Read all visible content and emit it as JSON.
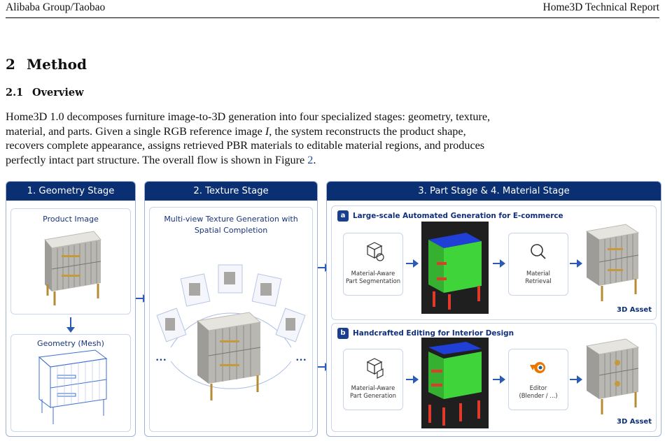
{
  "running_header": {
    "left": "Alibaba Group/Taobao",
    "right": "Home3D Technical Report"
  },
  "section": {
    "number": "2",
    "title": "Method"
  },
  "subsection": {
    "number": "2.1",
    "title": "Overview"
  },
  "paragraph": {
    "line1": "Home3D 1.0 decomposes furniture image-to-3D generation into four specialized stages: geometry, texture,",
    "line2a": "material, and parts.  Given a single RGB reference image ",
    "line2var": "I",
    "line2b": ", the system reconstructs the product shape,",
    "line3": "recovers complete appearance, assigns retrieved PBR materials to editable material regions, and produces",
    "line4a": "perfectly intact part structure. The overall flow is shown in Figure ",
    "line4ref": "2",
    "line4b": "."
  },
  "figure": {
    "geometry_panel": {
      "title": "1. Geometry Stage",
      "product_image_label": "Product Image",
      "mesh_label": "Geometry (Mesh)"
    },
    "texture_panel": {
      "title": "2. Texture Stage",
      "subtitle_line1": "Multi-view Texture Generation with",
      "subtitle_line2": "Spatial Completion",
      "ellipsis": "•••"
    },
    "part_material_panel": {
      "title": "3. Part Stage & 4. Material Stage",
      "row_a": {
        "badge": "a",
        "title": "Large-scale Automated Generation for E-commerce",
        "left_card_line1": "Material-Aware",
        "left_card_line2": "Part Segmentation",
        "right_card_line1": "Material",
        "right_card_line2": "Retrieval",
        "asset_label": "3D Asset"
      },
      "row_b": {
        "badge": "b",
        "title": "Handcrafted Editing for Interior Design",
        "left_card_line1": "Material-Aware",
        "left_card_line2": "Part Generation",
        "right_card_line1": "Editor",
        "right_card_line2": "(Blender / ...)",
        "asset_label": "3D Asset"
      }
    },
    "colors": {
      "panel_header": "#0a2f73",
      "arrow": "#2a5bb5",
      "segment_green": "#3fd43a",
      "segment_blue": "#1f3fd6",
      "segment_red": "#e23a2a"
    }
  }
}
